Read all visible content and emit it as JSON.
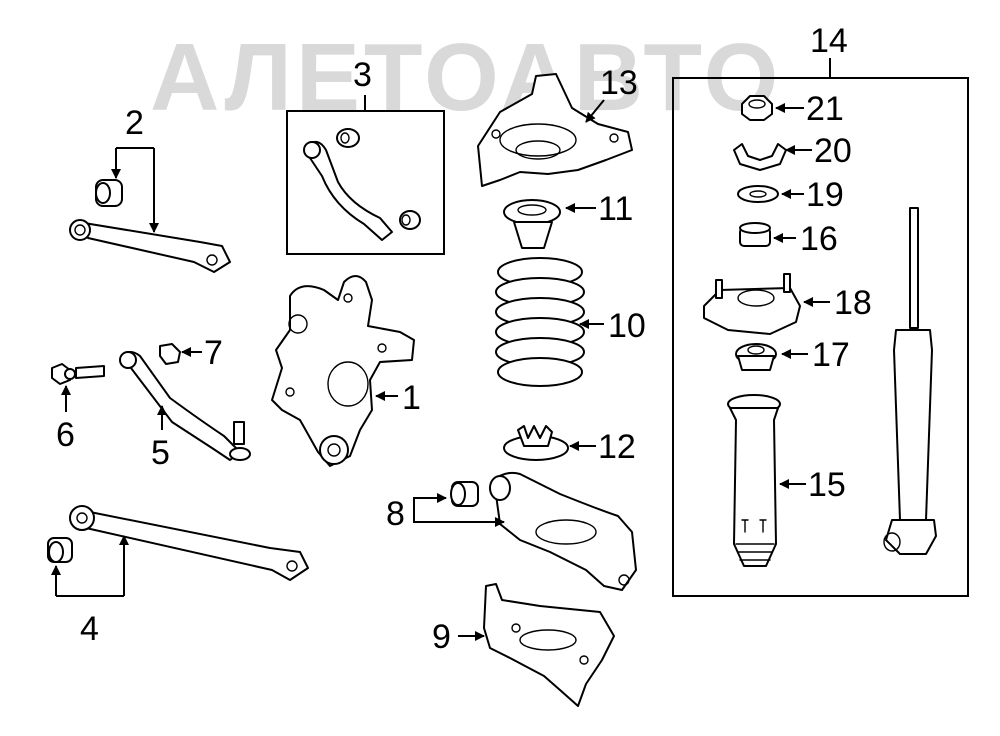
{
  "watermark": {
    "text": "АЛЕТОАВТО"
  },
  "callouts": {
    "c1": "1",
    "c2": "2",
    "c3": "3",
    "c4": "4",
    "c5": "5",
    "c6": "6",
    "c7": "7",
    "c8": "8",
    "c9": "9",
    "c10": "10",
    "c11": "11",
    "c12": "12",
    "c13": "13",
    "c14": "14",
    "c15": "15",
    "c16": "16",
    "c17": "17",
    "c18": "18",
    "c19": "19",
    "c20": "20",
    "c21": "21"
  }
}
